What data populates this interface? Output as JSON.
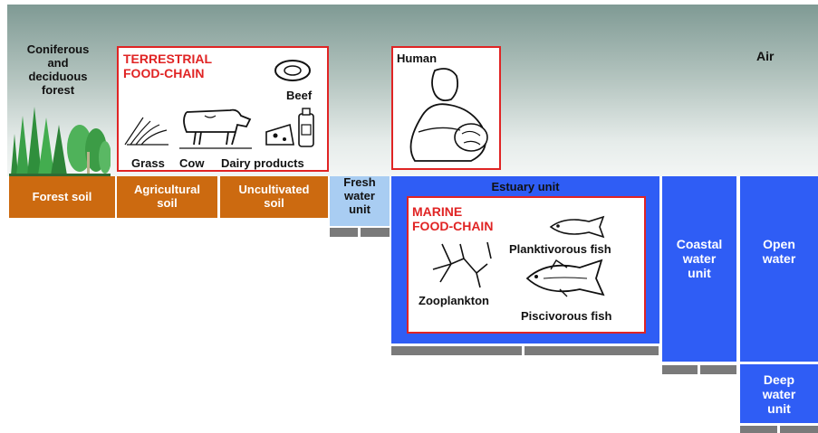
{
  "labels": {
    "forest": "Coniferous\nand\ndeciduous\nforest",
    "air": "Air",
    "terrestrial_title": "TERRESTRIAL\nFOOD-CHAIN",
    "beef": "Beef",
    "grass": "Grass",
    "cow": "Cow",
    "dairy": "Dairy products",
    "human": "Human",
    "forest_soil": "Forest soil",
    "agricultural_soil": "Agricultural\nsoil",
    "uncultivated_soil": "Uncultivated\nsoil",
    "fresh_water": "Fresh\nwater\nunit",
    "estuary": "Estuary unit",
    "marine_title": "MARINE\nFOOD-CHAIN",
    "planktivorous": "Planktivorous fish",
    "zooplankton": "Zooplankton",
    "piscivorous": "Piscivorous fish",
    "coastal": "Coastal\nwater\nunit",
    "open_water": "Open\nwater",
    "deep_water": "Deep\nwater\nunit"
  },
  "colors": {
    "soil": "#cc6a10",
    "water": "#2f5df5",
    "fresh_water": "#a9cdf2",
    "food_chain_title": "#e02424",
    "sediment": "#7a7a7a"
  }
}
